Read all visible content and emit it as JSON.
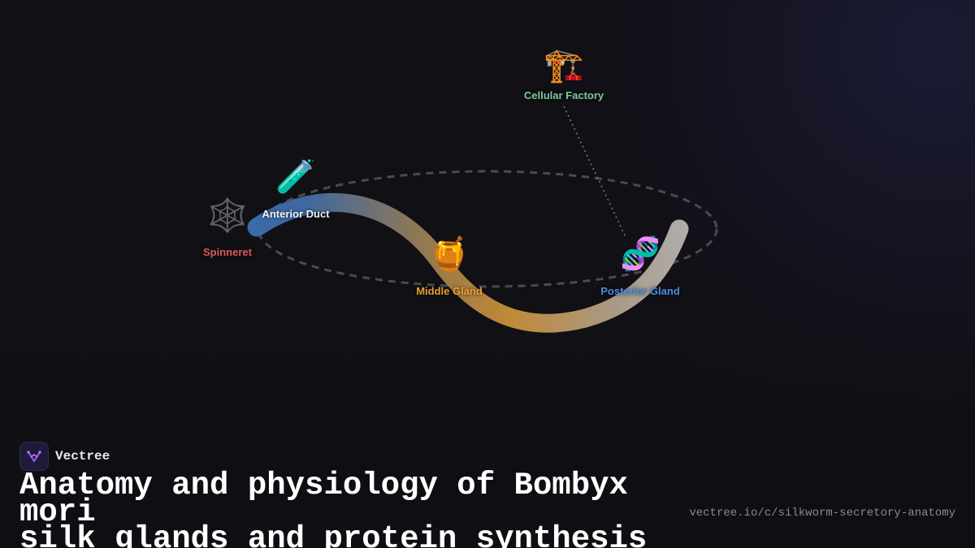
{
  "brand": {
    "name": "Vectree",
    "logo_icon": "vectree-logo-icon",
    "logo_color": "#a855f7"
  },
  "title": {
    "line1": "Anatomy and physiology of Bombyx mori",
    "line2": "silk glands and protein synthesis"
  },
  "url": "vectree.io/c/silkworm-secretory-anatomy",
  "nodes": {
    "spinneret": {
      "label": "Spinneret",
      "icon": "🕸️",
      "icon_name": "spider-web-icon",
      "color": "#e05a5a"
    },
    "anterior_duct": {
      "label": "Anterior Duct",
      "icon": "🧪",
      "icon_name": "test-tube-icon",
      "color": "#f2f2f2"
    },
    "middle_gland": {
      "label": "Middle Gland",
      "icon": "🍯",
      "icon_name": "honey-pot-icon",
      "color": "#e8a030"
    },
    "posterior_gland": {
      "label": "Posterior Gland",
      "icon": "🧬",
      "icon_name": "dna-icon",
      "color": "#4a90e2"
    },
    "cellular_factory": {
      "label": "Cellular Factory",
      "icon": "🏗️",
      "icon_name": "construction-crane-icon",
      "color": "#7fc99a"
    }
  },
  "colors": {
    "background": "#111015",
    "gland_gradient": [
      "#3a6aa8",
      "#c08a38",
      "#b0aca8"
    ],
    "orbit": "#4a4a50",
    "connector": "#5a8a70"
  }
}
